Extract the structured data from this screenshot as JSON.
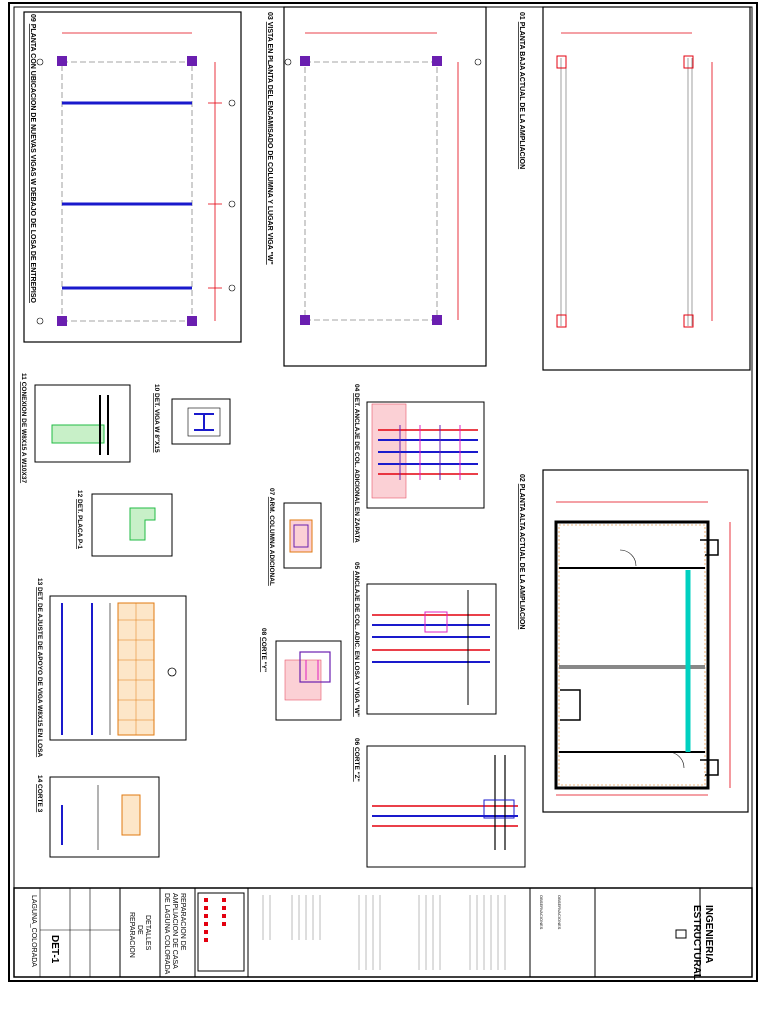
{
  "colors": {
    "ink": "#000000",
    "dim_red": "#e3000f",
    "beam_blue": "#1a1acc",
    "column_purple": "#6a1fb0",
    "green_fill": "#22bb44",
    "cyan_beam": "#00d0c0",
    "brick_orange": "#e07a10",
    "hatch_red": "#e8556a",
    "magenta": "#e020c0"
  },
  "panels": {
    "p01": {
      "num": "01",
      "title": "PLANTA BAJA ACTUAL DE LA AMPLIACION"
    },
    "p02": {
      "num": "02",
      "title": "PLANTA ALTA ACTUAL DE LA AMPLIACION"
    },
    "p03": {
      "num": "03",
      "title": "VISTA EN PLANTA DEL ENCAMISADO DE COLUMNA Y LUGAR VIGA \"W\""
    },
    "p04": {
      "num": "04",
      "title": "DET. ANCLAJE DE COL. ADICIONAL EN ZAPATA"
    },
    "p05": {
      "num": "05",
      "title": "ANCLAJE DE COL. ADIC. EN LOSA Y VIGA \"W\""
    },
    "p06": {
      "num": "06",
      "title": "CORTE \"Z\""
    },
    "p07": {
      "num": "07",
      "title": "ARM. COLUMNA ADICIONAL"
    },
    "p08": {
      "num": "08",
      "title": "CORTE \"Y\""
    },
    "p09": {
      "num": "09",
      "title": "PLANTA CON UBICACION DE NUEVAS VIGAS W DEBAJO DE LOSA DE ENTREPISO"
    },
    "p10": {
      "num": "10",
      "title": "DET. VIGA W 8\"X15"
    },
    "p11": {
      "num": "11",
      "title": "CONEXION DE W8X15 A W10X37"
    },
    "p12": {
      "num": "12",
      "title": "DET. PLACA P-1"
    },
    "p13": {
      "num": "13",
      "title": "DET. DE AJUSTE DE APOYO DE VIGA W8X15 EN LOSA"
    },
    "p14": {
      "num": "14",
      "title": "CORTE 3"
    }
  },
  "title_block": {
    "company_line1": "INGENIERIA",
    "company_line2": "ESTRUCTURAL",
    "project_line1": "REPARACION DE",
    "project_line2": "AMPLIACION DE CASA",
    "project_line3": "DE LAGUNA COLORADA",
    "sheet_title_line1": "DETALLES",
    "sheet_title_line2": "DE",
    "sheet_title_line3": "REPARACION",
    "sheet_code": "DET-1",
    "location": "LAGUNA_COLORADA",
    "obs_label_1": "OBSERVACIONES",
    "obs_label_2": "OBSERVACIONES"
  }
}
